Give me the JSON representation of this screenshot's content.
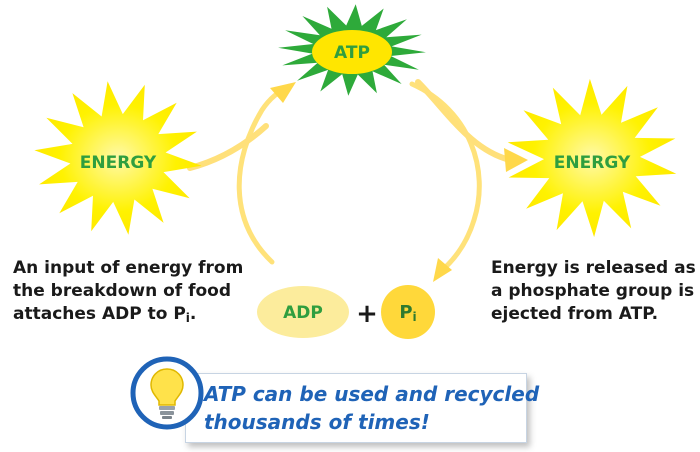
{
  "colors": {
    "burst_yellow": "#fff200",
    "burst_green": "#2eaa3a",
    "atp_oval": "#ffe600",
    "label_green": "#2f9e3f",
    "arrow_yellow": "#ffd84a",
    "adp_oval": "#fcec9c",
    "pi_circle": "#ffd83a",
    "callout_text": "#1f63b7",
    "bulb_ring": "#1f63b7"
  },
  "bursts": {
    "left": {
      "label": "ENERGY"
    },
    "top": {
      "label": "ATP"
    },
    "right": {
      "label": "ENERGY"
    }
  },
  "molecules": {
    "adp": "ADP",
    "plus": "+",
    "pi": {
      "main": "P",
      "sub": "i"
    }
  },
  "captions": {
    "left": {
      "line1": "An input of energy from",
      "line2": "the breakdown of food",
      "line3_main": "attaches ADP to P",
      "line3_sub": "i",
      "line3_end": "."
    },
    "right": {
      "line1": "Energy is released as",
      "line2": "a phosphate group is",
      "line3": "ejected from ATP."
    }
  },
  "callout": {
    "line1": "ATP can be used and recycled",
    "line2": "thousands of times!",
    "icon": "lightbulb-icon"
  }
}
